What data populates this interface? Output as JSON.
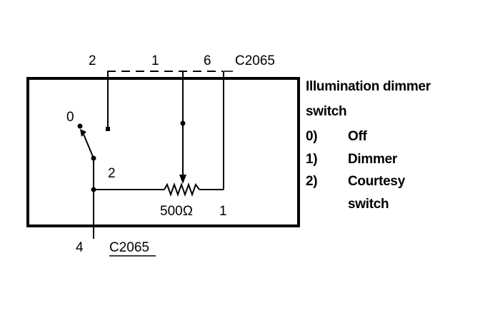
{
  "diagram": {
    "connector_top": {
      "name": "C2065",
      "pins": [
        "2",
        "1",
        "6"
      ]
    },
    "connector_bottom": {
      "name": "C2065",
      "pin": "4"
    },
    "switch_position_labels": {
      "off": "0",
      "courtesy": "2"
    },
    "resistor": {
      "value": "500Ω",
      "terminal_label": "1"
    },
    "legend": {
      "title_line1": "Illumination dimmer",
      "title_line2": "switch",
      "items": [
        {
          "code": "0)",
          "text": "Off"
        },
        {
          "code": "1)",
          "text": "Dimmer"
        },
        {
          "code": "2)",
          "text": "Courtesy",
          "text_cont": "switch"
        }
      ]
    }
  }
}
